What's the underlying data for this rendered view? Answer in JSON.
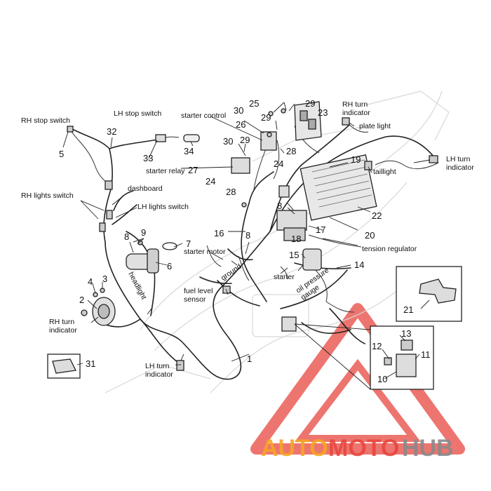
{
  "labels": {
    "rh_stop_switch": "RH stop switch",
    "lh_stop_switch": "LH stop switch",
    "starter_control": "starter control",
    "rh_turn_indicator_top": "RH turn\nindicator",
    "plate_light": "plate light",
    "lh_turn_indicator_right": "LH turn\nindicator",
    "taillight": "taillight",
    "starter_relay": "starter relay",
    "dashboard": "dashboard",
    "rh_lights_switch": "RH lights switch",
    "lh_lights_switch": "LH lights switch",
    "starter_motor": "starter motor",
    "ground": "ground",
    "starter": "starter",
    "oil_pressure_gauge": "oil pressure\ngauge",
    "tension_regulator": "tension regulator",
    "headlight": "headlight",
    "fuel_level_sensor": "fuel level\nsensor",
    "rh_turn_indicator_left": "RH turn\nindicator",
    "lh_turn_indicator_bottom": "LH turn\nindicator"
  },
  "callouts": [
    "1",
    "2",
    "3",
    "4",
    "5",
    "6",
    "7",
    "8",
    "8",
    "8",
    "9",
    "10",
    "11",
    "12",
    "13",
    "14",
    "15",
    "16",
    "17",
    "18",
    "19",
    "20",
    "21",
    "22",
    "23",
    "24",
    "24",
    "25",
    "26",
    "27",
    "28",
    "28",
    "29",
    "29",
    "29",
    "30",
    "30",
    "31",
    "32",
    "33",
    "34"
  ],
  "watermark": {
    "part1": "AUTO",
    "part2": "MOTO",
    "part3": "HUB"
  },
  "colors": {
    "line": "#222222",
    "ghost": "#d8d8d8",
    "wm_red": "#e8473f",
    "wm_orange": "#f5a623",
    "wm_gray": "#8a8a8a"
  }
}
